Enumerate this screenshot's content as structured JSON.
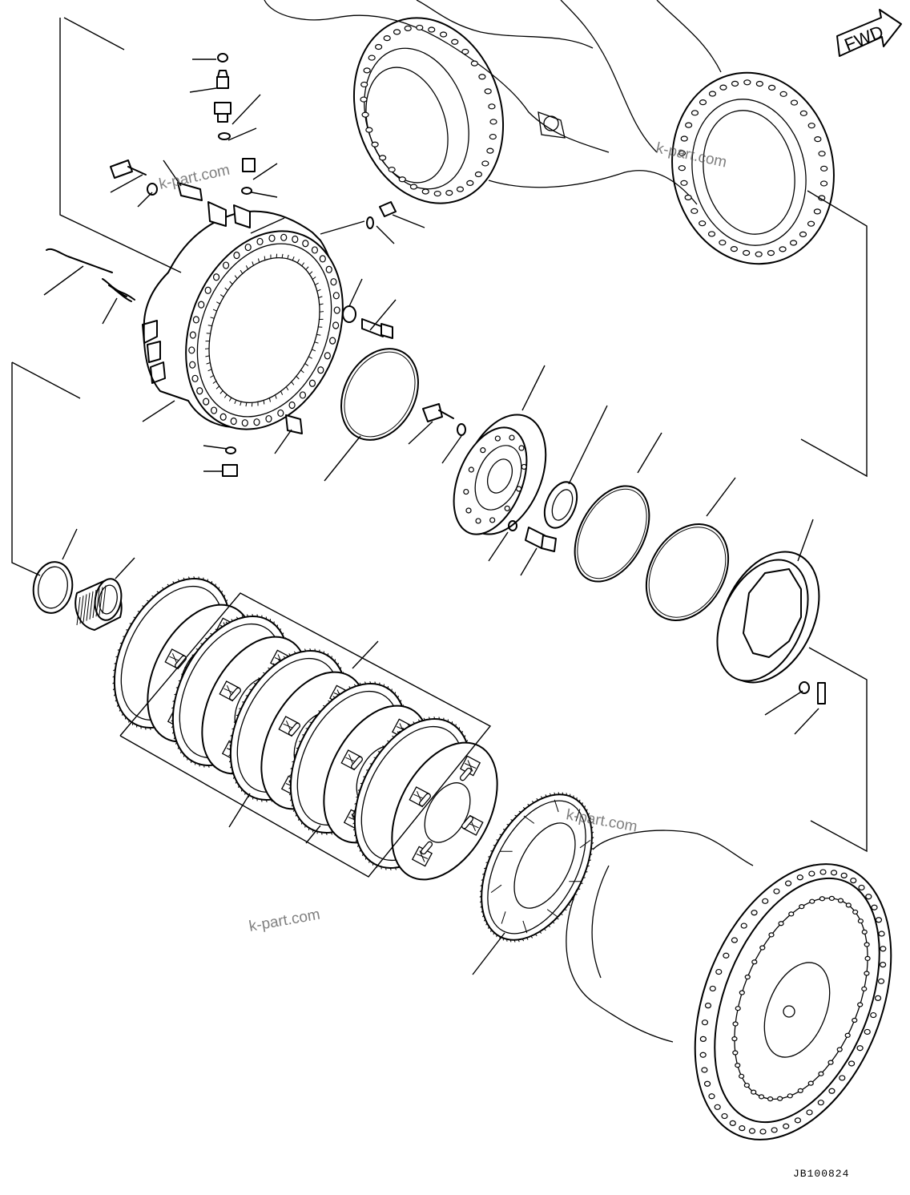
{
  "diagram": {
    "fwd_label": "FWD",
    "drawing_code": "JB100824",
    "watermarks": [
      "k-part.com",
      "k-part.com",
      "k-part.com",
      "k-part.com"
    ]
  }
}
